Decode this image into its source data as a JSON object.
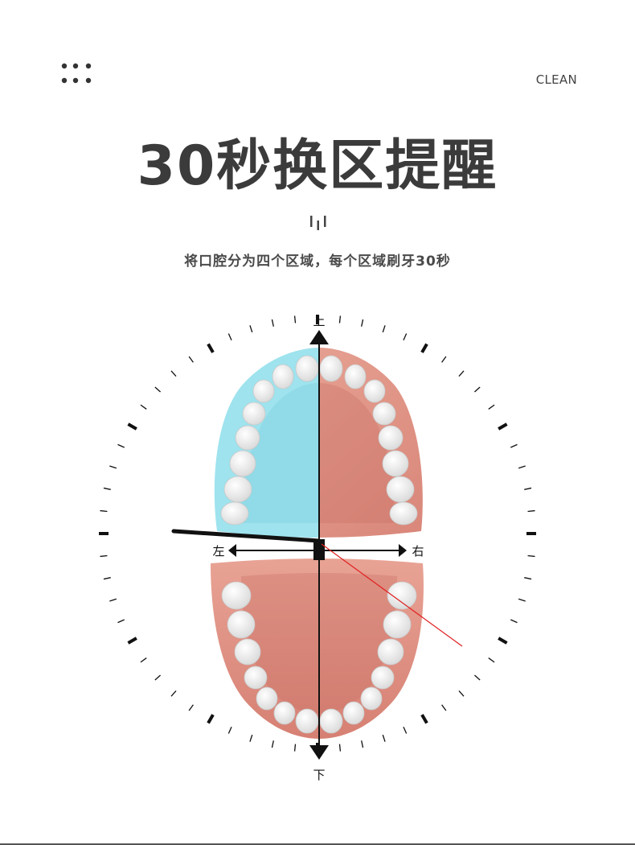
{
  "header": {
    "menu_icon": "dots-grid-icon",
    "brand": "CLEAN"
  },
  "title": "30秒换区提醒",
  "divider_icon": "bar-ticks-icon",
  "subtitle": "将口腔分为四个区域，每个区域刷牙30秒",
  "diagram": {
    "labels": {
      "top": "上",
      "bottom": "下",
      "left": "左",
      "right": "右"
    },
    "colors": {
      "zone_active": "#9ee3ee",
      "gum": "#e39a88",
      "tooth": "#f4f4f4",
      "second_hand": "#e02020",
      "hand": "#111111"
    }
  }
}
